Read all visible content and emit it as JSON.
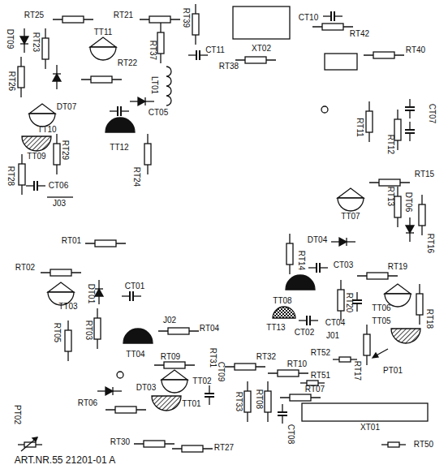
{
  "diagram": {
    "labels": [
      "RT25",
      "RT21",
      "RT39",
      "XT02",
      "CT10",
      "RT42",
      "RT40",
      "DT09",
      "RT23",
      "TT11",
      "RT22",
      "RT37",
      "LT01",
      "CT11",
      "RT38",
      "RT26",
      "DT07",
      "TT10",
      "CT05",
      "TT12",
      "TT09",
      "RT29",
      "RT24",
      "RT28",
      "CT06",
      "J03",
      "CT07",
      "RT11",
      "RT12",
      "RT15",
      "RT13",
      "DT06",
      "TT07",
      "RT16",
      "RT01",
      "RT02",
      "DT01",
      "TT03",
      "CT01",
      "RT03",
      "J02",
      "RT04",
      "DT04",
      "RT14",
      "CT03",
      "RT19",
      "TT08",
      "RT20",
      "TT06",
      "TT13",
      "CT02",
      "J01",
      "CT04",
      "TT05",
      "RT18",
      "RT05",
      "TT04",
      "RT09",
      "RT31",
      "CT09",
      "TT02",
      "RT32",
      "RT10",
      "RT52",
      "RT17",
      "PT01",
      "DT03",
      "RT51",
      "RT07",
      "TT01",
      "RT06",
      "RT33",
      "RT08",
      "CT08",
      "XT01",
      "PT02",
      "RT30",
      "RT27",
      "RT50",
      "ART.NR.55 21201-01 A"
    ]
  }
}
